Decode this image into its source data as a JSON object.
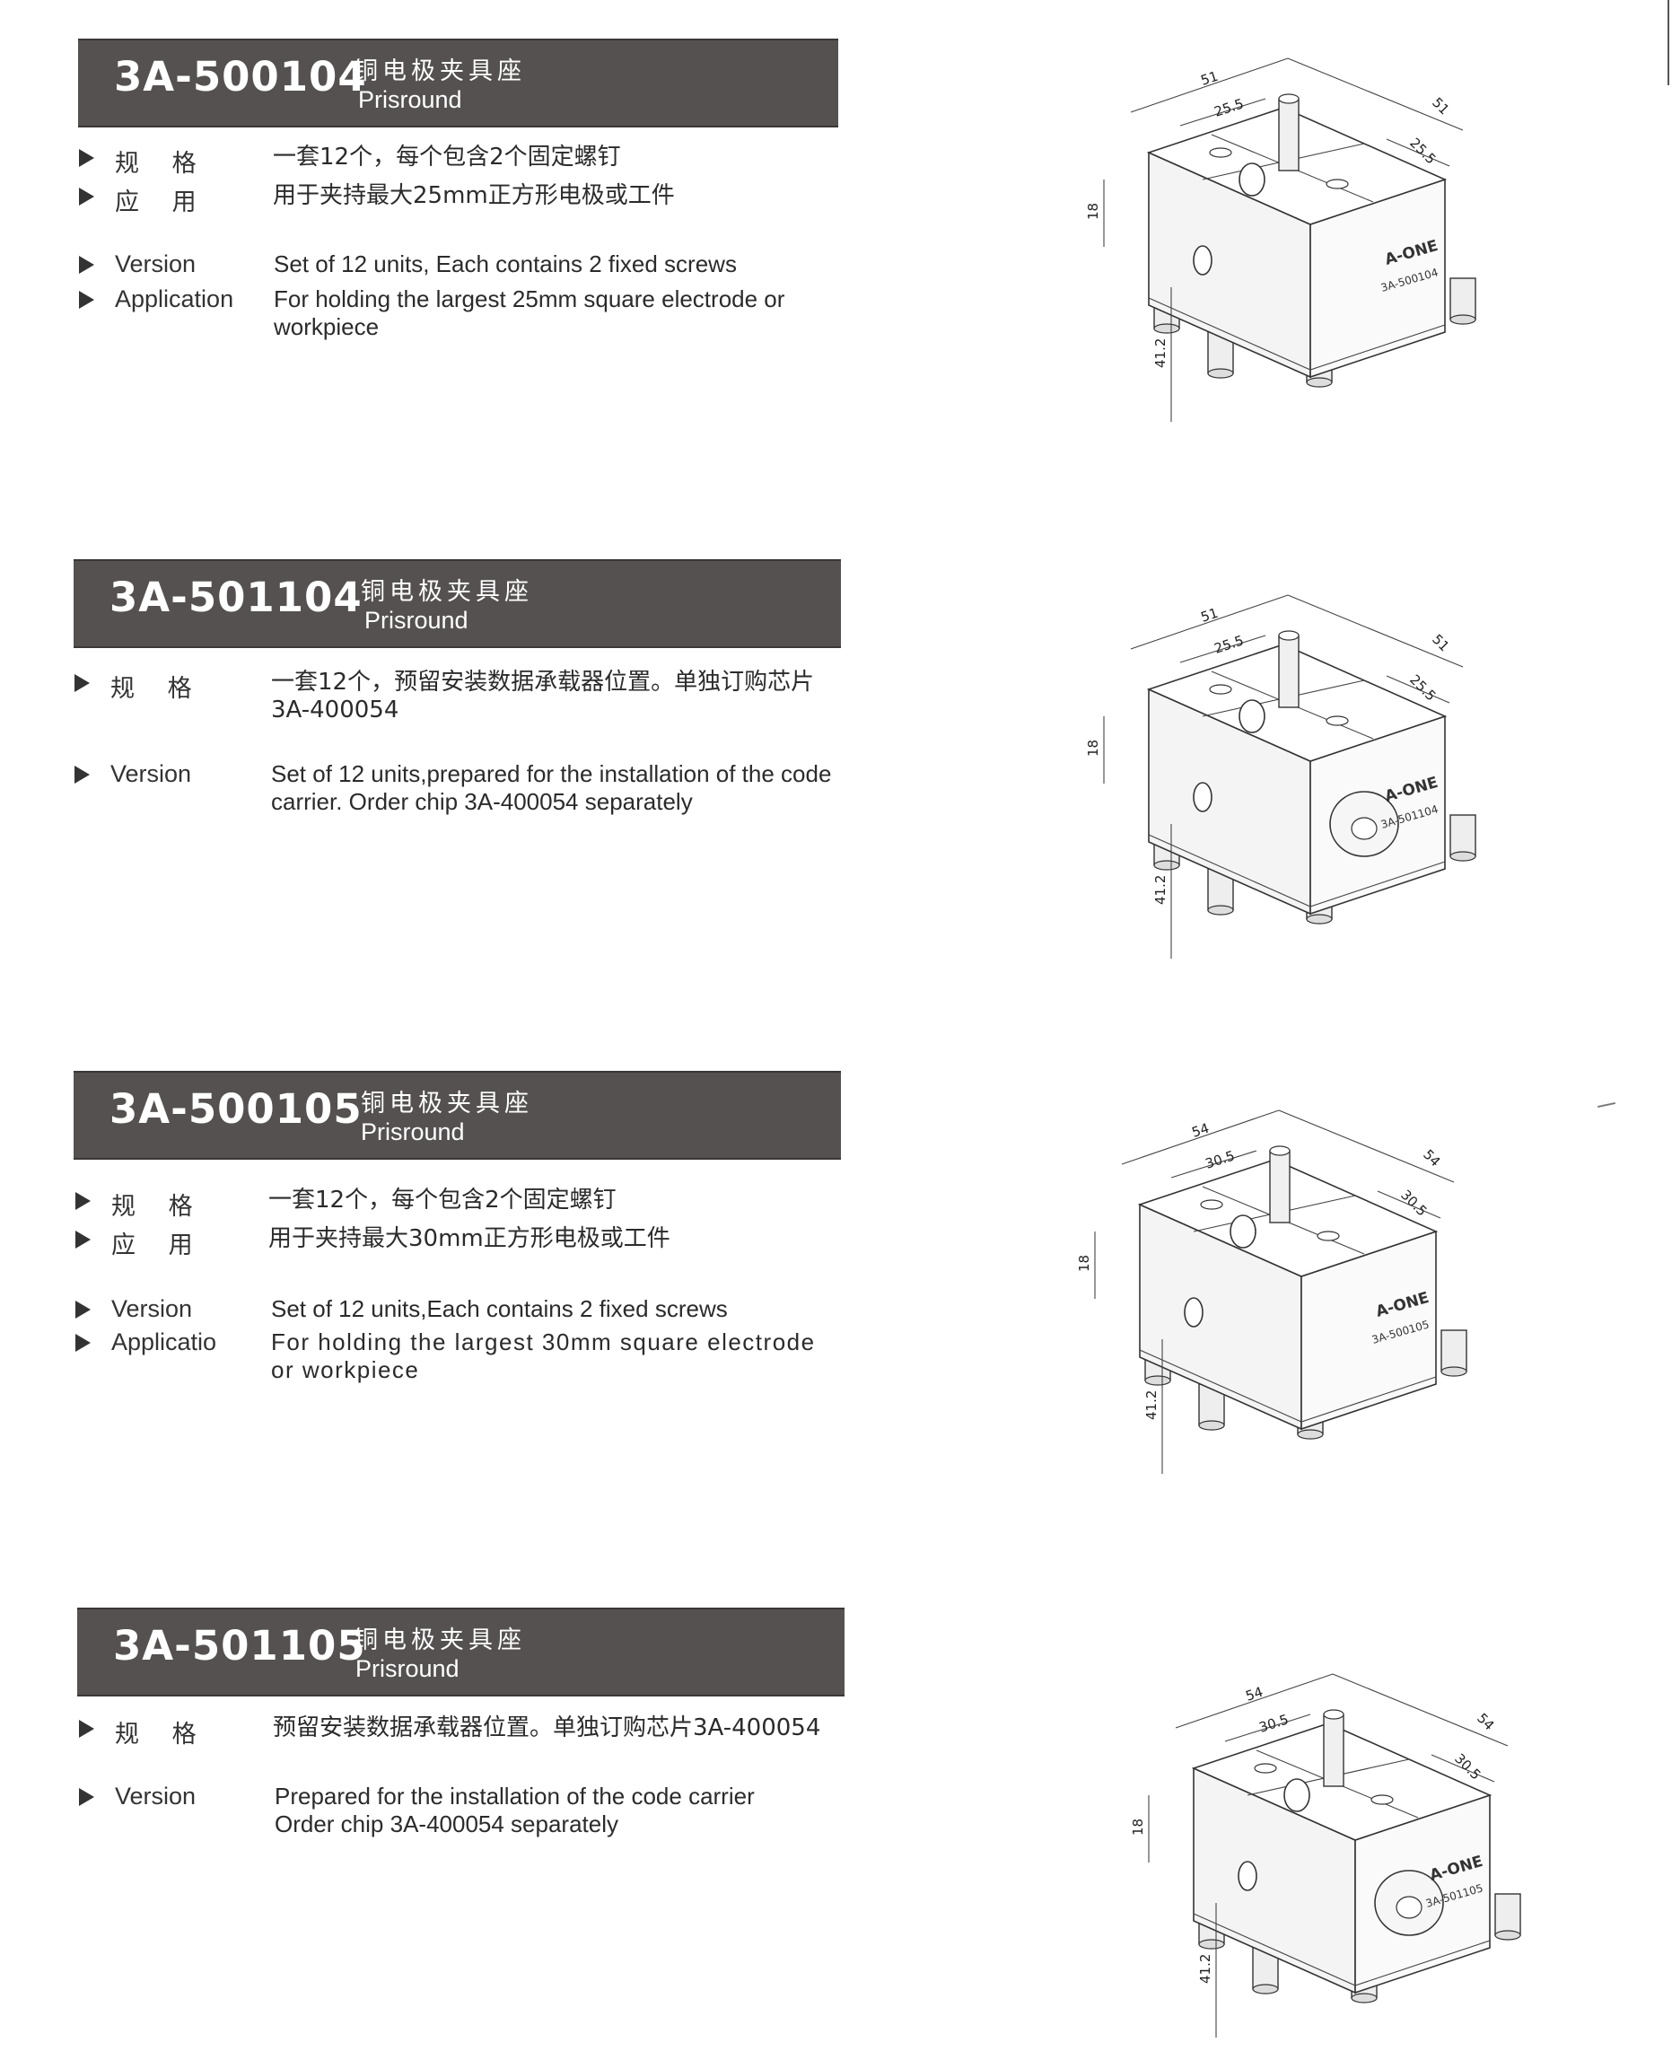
{
  "products": [
    {
      "code": "3A-500104",
      "cn_title": "铜电极夹具座",
      "en_title": "Prisround",
      "rows": [
        {
          "label": "规 格",
          "value": "一套12个，每个包含2个固定螺钉",
          "cn": true
        },
        {
          "label": "应 用",
          "value": "用于夹持最大25mm正方形电极或工件",
          "cn": true
        },
        {
          "label": "Version",
          "value": "Set of 12 units, Each contains 2 fixed screws",
          "cn": false
        },
        {
          "label": "Application",
          "value": "For holding the largest 25mm square electrode or workpiece",
          "cn": false
        }
      ],
      "drawing": {
        "dim_width": "51",
        "dim_inner": "25.5",
        "dim_inner_side": "25.5",
        "dim_depth": "51",
        "dim_height": "18",
        "dim_total": "41.2",
        "brand": "A-ONE",
        "part": "3A-500104",
        "variant": "screw"
      }
    },
    {
      "code": "3A-501104",
      "cn_title": "铜电极夹具座",
      "en_title": "Prisround",
      "rows": [
        {
          "label": "规 格",
          "value": "一套12个，预留安装数据承载器位置。单独订购芯片3A-400054",
          "cn": true
        },
        {
          "label": "Version",
          "value": "Set of 12 units,prepared for the installation of the code carrier. Order chip 3A-400054 separately",
          "cn": false
        }
      ],
      "drawing": {
        "dim_width": "51",
        "dim_inner": "25.5",
        "dim_inner_side": "25.5",
        "dim_depth": "51",
        "dim_height": "18",
        "dim_total": "41.2",
        "brand": "A-ONE",
        "part": "3A-501104",
        "variant": "carrier"
      }
    },
    {
      "code": "3A-500105",
      "cn_title": "铜电极夹具座",
      "en_title": "Prisround",
      "rows": [
        {
          "label": "规 格",
          "value": "一套12个，每个包含2个固定螺钉",
          "cn": true
        },
        {
          "label": "应 用",
          "value": "用于夹持最大30mm正方形电极或工件",
          "cn": true
        },
        {
          "label": "Version",
          "value": "Set of 12 units,Each contains 2 fixed screws",
          "cn": false
        },
        {
          "label": "Applicatio",
          "value": "For holding the largest 30mm square electrode or workpiece",
          "cn": false
        }
      ],
      "drawing": {
        "dim_width": "54",
        "dim_inner": "30.5",
        "dim_inner_side": "30.5",
        "dim_depth": "54",
        "dim_height": "18",
        "dim_total": "41.2",
        "brand": "A-ONE",
        "part": "3A-500105",
        "variant": "screw"
      }
    },
    {
      "code": "3A-501105",
      "cn_title": "铜电极夹具座",
      "en_title": "Prisround",
      "rows": [
        {
          "label": "规 格",
          "value": "预留安装数据承载器位置。单独订购芯片3A-400054",
          "cn": true
        },
        {
          "label": "Version",
          "value": "Prepared for the installation of the code carrier Order chip 3A-400054 separately",
          "cn": false
        }
      ],
      "drawing": {
        "dim_width": "54",
        "dim_inner": "30.5",
        "dim_inner_side": "30.5",
        "dim_depth": "54",
        "dim_height": "18",
        "dim_total": "41.2",
        "brand": "A-ONE",
        "part": "3A-501105",
        "variant": "carrier"
      }
    }
  ]
}
